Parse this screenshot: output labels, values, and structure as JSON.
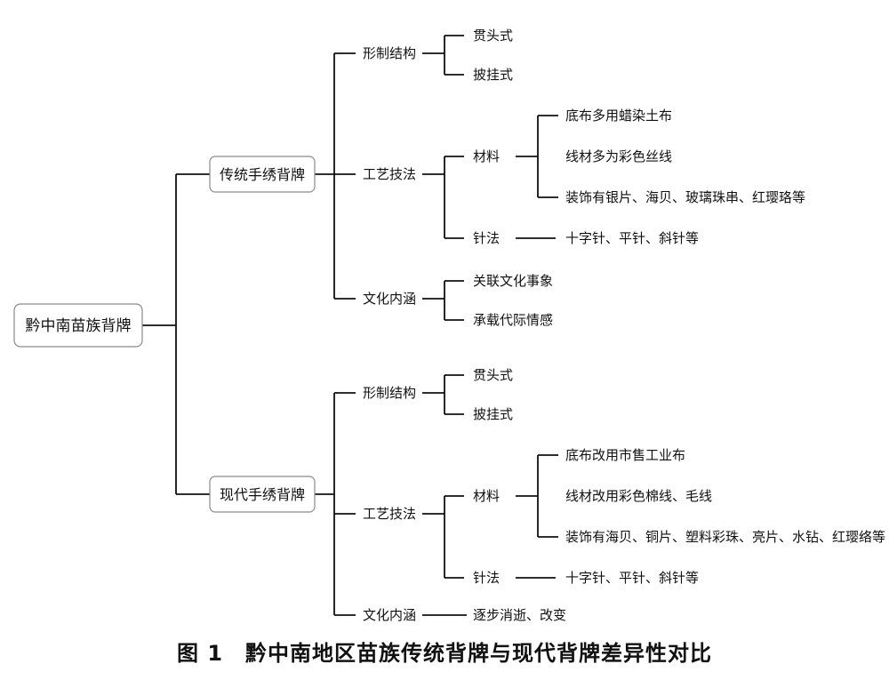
{
  "tree": {
    "root": "黔中南苗族背牌",
    "traditional": {
      "label": "传统手绣背牌",
      "structure": {
        "label": "形制结构",
        "items": [
          "贯头式",
          "披挂式"
        ]
      },
      "craft": {
        "label": "工艺技法",
        "material": {
          "label": "材料",
          "items": [
            "底布多用蜡染土布",
            "线材多为彩色丝线",
            "装饰有银片、海贝、玻璃珠串、红璎珞等"
          ]
        },
        "stitch": {
          "label": "针法",
          "item": "十字针、平针、斜针等"
        }
      },
      "culture": {
        "label": "文化内涵",
        "items": [
          "关联文化事象",
          "承载代际情感"
        ]
      }
    },
    "modern": {
      "label": "现代手绣背牌",
      "structure": {
        "label": "形制结构",
        "items": [
          "贯头式",
          "披挂式"
        ]
      },
      "craft": {
        "label": "工艺技法",
        "material": {
          "label": "材料",
          "items": [
            "底布改用市售工业布",
            "线材改用彩色棉线、毛线",
            "装饰有海贝、铜片、塑料彩珠、亮片、水钻、红璎络等"
          ]
        },
        "stitch": {
          "label": "针法",
          "item": "十字针、平针、斜针等"
        }
      },
      "culture": {
        "label": "文化内涵",
        "item": "逐步消逝、改变"
      }
    }
  },
  "caption": "图 1　黔中南地区苗族传统背牌与现代背牌差异性对比"
}
